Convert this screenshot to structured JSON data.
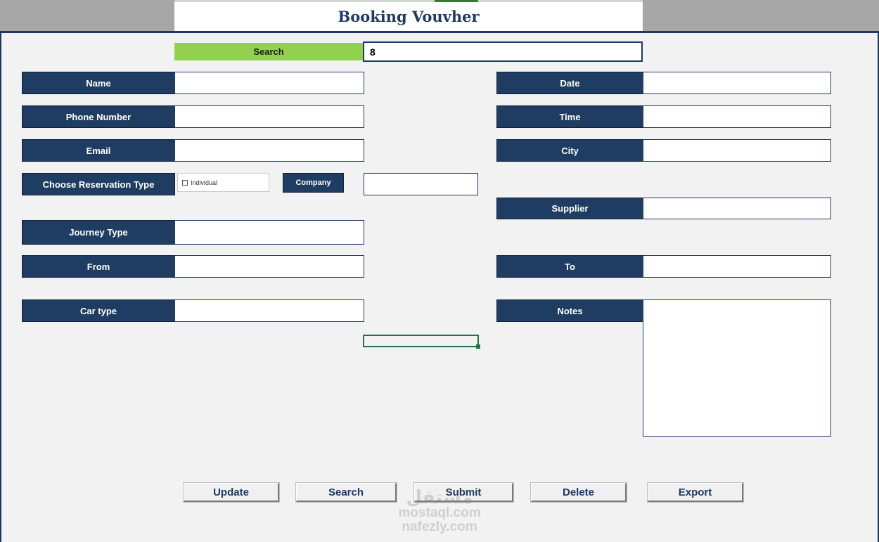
{
  "title": "Booking Vouvher",
  "search": {
    "label": "Search",
    "value": "8"
  },
  "fields_left": [
    {
      "label": "Name",
      "value": ""
    },
    {
      "label": "Phone Number",
      "value": ""
    },
    {
      "label": "Email",
      "value": ""
    }
  ],
  "reservation": {
    "label": "Choose Reservation Type",
    "individual_label": "Individual",
    "individual_checked": false,
    "company_label": "Company",
    "company_value": ""
  },
  "journey_type": {
    "label": "Journey Type",
    "value": ""
  },
  "from": {
    "label": "From",
    "value": ""
  },
  "car_type": {
    "label": "Car type",
    "value": ""
  },
  "fields_right": [
    {
      "label": "Date",
      "value": ""
    },
    {
      "label": "Time",
      "value": ""
    },
    {
      "label": "City",
      "value": ""
    }
  ],
  "supplier": {
    "label": "Supplier",
    "value": ""
  },
  "to": {
    "label": "To",
    "value": ""
  },
  "notes": {
    "label": "Notes",
    "value": ""
  },
  "buttons": {
    "update": "Update",
    "search": "Search",
    "submit": "Submit",
    "delete": "Delete",
    "export": "Export"
  },
  "watermark": {
    "mark": "مستقل",
    "line1": "mostaql.com",
    "line2": "nafezly.com"
  },
  "colors": {
    "label_bg": "#1f3d62",
    "search_label_bg": "#92d050",
    "accent_border": "#1f3864",
    "selection": "#217346",
    "sheet_bg": "#f2f2f2"
  }
}
